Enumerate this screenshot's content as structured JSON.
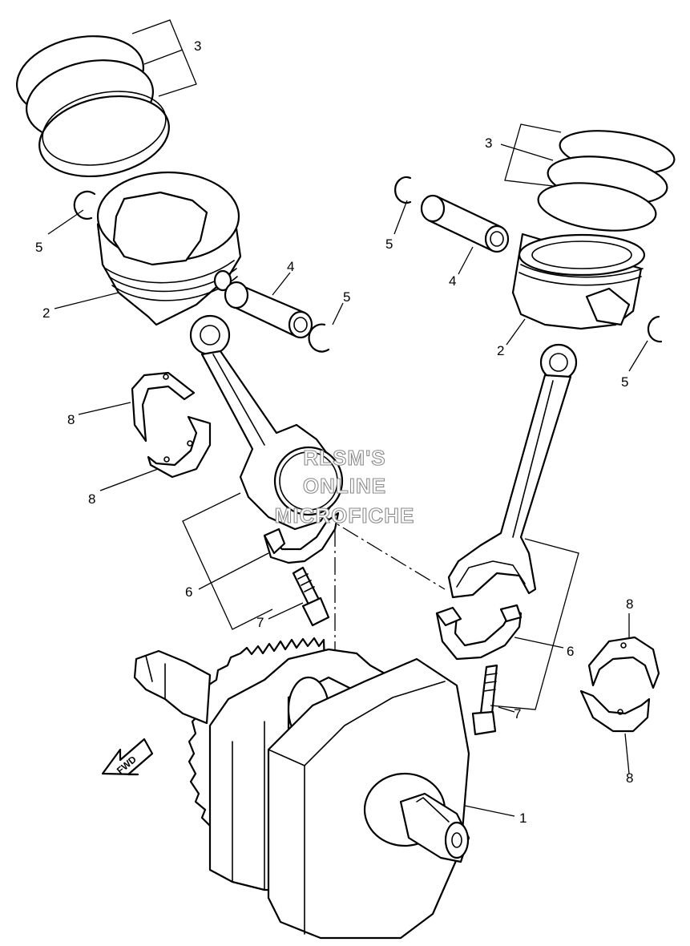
{
  "callouts": {
    "c1": "1",
    "c2a": "2",
    "c2b": "2",
    "c3a": "3",
    "c3b": "3",
    "c4a": "4",
    "c4b": "4",
    "c5a": "5",
    "c5b": "5",
    "c5c": "5",
    "c5d": "5",
    "c6a": "6",
    "c6b": "6",
    "c7a": "7",
    "c7b": "7",
    "c8a": "8",
    "c8b": "8",
    "c8c": "8",
    "c8d": "8"
  },
  "watermark": {
    "line1": "RLSM'S",
    "line2": "ONLINE",
    "line3": "MICROFICHE"
  },
  "direction_arrow": "FWD"
}
